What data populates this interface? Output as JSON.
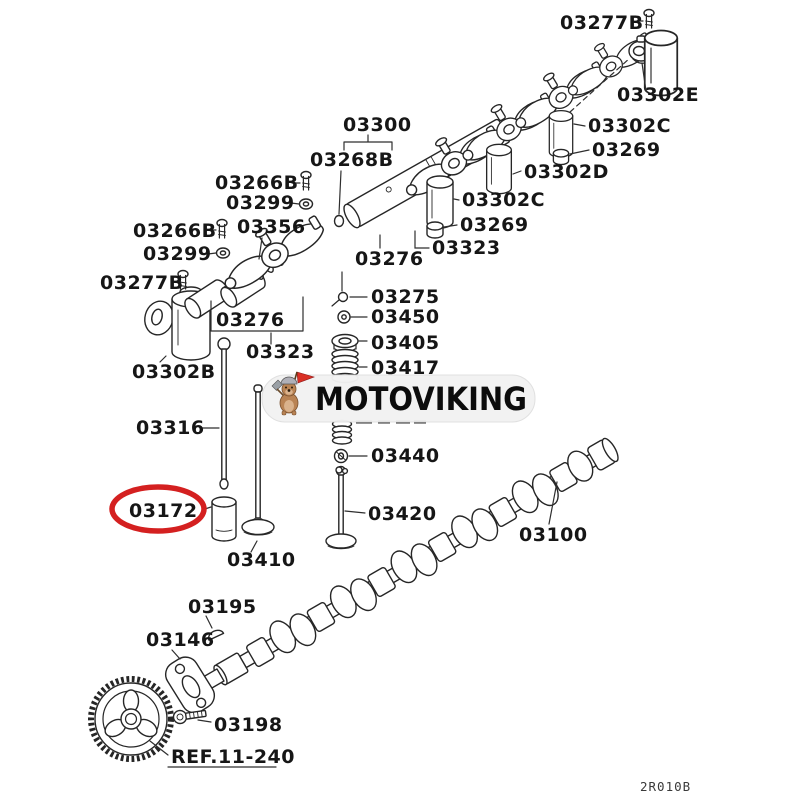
{
  "watermark": {
    "brand": "MOTOVIKING"
  },
  "diagram": {
    "drawing_code": "2R010B",
    "highlighted_part": "03172",
    "highlight_color": "#d42020",
    "line_color": "#262626",
    "labels": [
      {
        "id": "03277b-top",
        "text": "03277B"
      },
      {
        "id": "03302e",
        "text": "03302E"
      },
      {
        "id": "03302c-upper",
        "text": "03302C"
      },
      {
        "id": "03269-upper",
        "text": "03269"
      },
      {
        "id": "03302d",
        "text": "03302D"
      },
      {
        "id": "03300",
        "text": "03300"
      },
      {
        "id": "03268b",
        "text": "03268B"
      },
      {
        "id": "03302c-mid",
        "text": "03302C"
      },
      {
        "id": "03269-mid",
        "text": "03269"
      },
      {
        "id": "03323-right",
        "text": "03323"
      },
      {
        "id": "03266b-upper",
        "text": "03266B"
      },
      {
        "id": "03299-upper",
        "text": "03299"
      },
      {
        "id": "03356",
        "text": "03356"
      },
      {
        "id": "03266b-lower",
        "text": "03266B"
      },
      {
        "id": "03299-lower",
        "text": "03299"
      },
      {
        "id": "03277b-left",
        "text": "03277B"
      },
      {
        "id": "03276-right",
        "text": "03276"
      },
      {
        "id": "03276-left",
        "text": "03276"
      },
      {
        "id": "03323-left",
        "text": "03323"
      },
      {
        "id": "03302b",
        "text": "03302B"
      },
      {
        "id": "03316",
        "text": "03316"
      },
      {
        "id": "03275",
        "text": "03275"
      },
      {
        "id": "03450",
        "text": "03450"
      },
      {
        "id": "03405",
        "text": "03405"
      },
      {
        "id": "03417",
        "text": "03417"
      },
      {
        "id": "03440",
        "text": "03440"
      },
      {
        "id": "03420",
        "text": "03420"
      },
      {
        "id": "03410",
        "text": "03410"
      },
      {
        "id": "03172",
        "text": "03172"
      },
      {
        "id": "03100",
        "text": "03100"
      },
      {
        "id": "03195",
        "text": "03195"
      },
      {
        "id": "03146",
        "text": "03146"
      },
      {
        "id": "03198",
        "text": "03198"
      },
      {
        "id": "ref-11-240",
        "text": "REF.11-240"
      }
    ]
  }
}
